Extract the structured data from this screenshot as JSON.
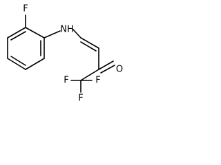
{
  "molecule": {
    "atoms": [
      {
        "id": "F1",
        "element": "F",
        "label": "F"
      },
      {
        "id": "N1",
        "element": "N",
        "label": "NH"
      },
      {
        "id": "O1",
        "element": "O",
        "label": "O"
      },
      {
        "id": "F2",
        "element": "F",
        "label": "F"
      },
      {
        "id": "F3",
        "element": "F",
        "label": "F"
      },
      {
        "id": "F4",
        "element": "F",
        "label": "F"
      }
    ],
    "colors": {
      "bond": "#000000",
      "label": "#000000",
      "background": "#ffffff"
    }
  }
}
